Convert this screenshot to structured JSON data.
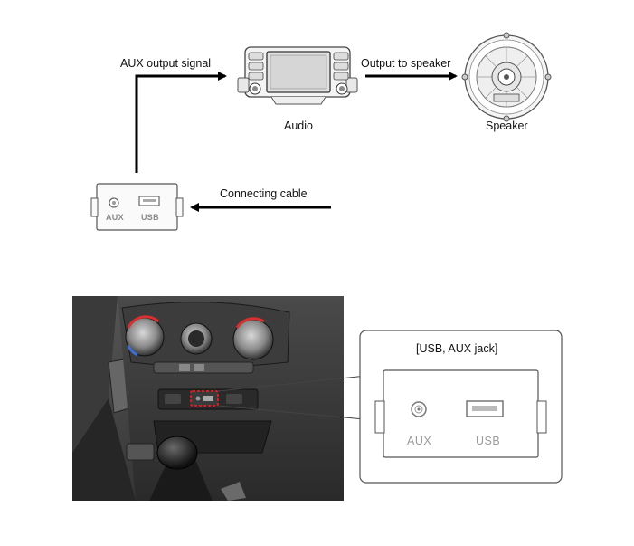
{
  "diagram": {
    "labels": {
      "aux_output_signal": "AUX output signal",
      "output_to_speaker": "Output to speaker",
      "connecting_cable": "Connecting cable",
      "audio": "Audio",
      "speaker": "Speaker"
    },
    "jack_small": {
      "aux": "AUX",
      "usb": "USB"
    }
  },
  "photo": {
    "callout_title": "[USB, AUX jack]",
    "jack_large": {
      "aux": "AUX",
      "usb": "USB"
    }
  },
  "colors": {
    "arrow": "#000000",
    "highlight_dash": "#cc2222",
    "photo_dark": "#2b2b2b"
  }
}
